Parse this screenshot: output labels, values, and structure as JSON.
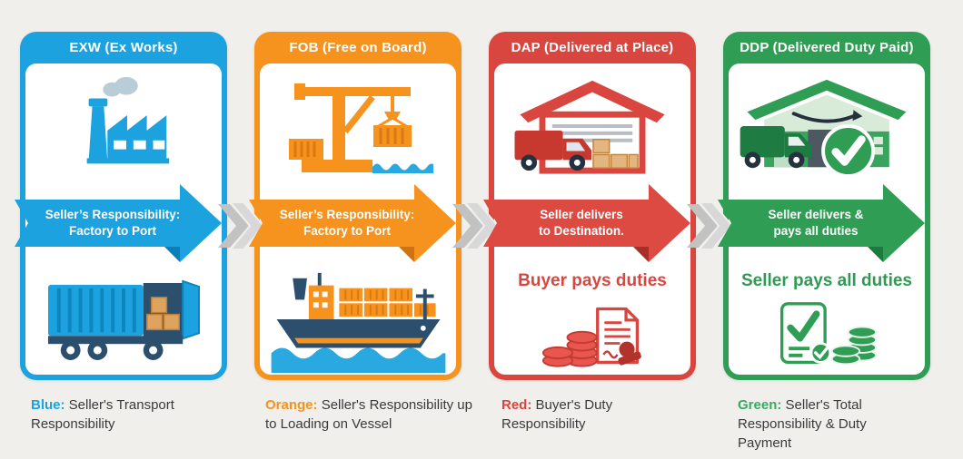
{
  "canvas": {
    "background": "#f0efec"
  },
  "colors": {
    "blue": "#1ba2df",
    "orange": "#f6921e",
    "red": "#d9463f",
    "green": "#2f9e54",
    "navy": "#2b4f6d",
    "water": "#29a9e0",
    "box_tan": "#dda35f",
    "chevron_gray": "#c3c3c3",
    "caption_text": "#3a3a3a",
    "arrow_text": "#ffffff"
  },
  "panels": [
    {
      "code": "EXW",
      "title": "EXW (Ex Works)",
      "accent": "#1ba2df",
      "arrow": {
        "line1": "Seller’s Responsibility:",
        "line2": "Factory to Port"
      },
      "top_icon": "factory-icon",
      "bottom_icon": "container-truck-icon",
      "caption": {
        "lead": "Blue:",
        "text": "Seller's Transport Responsibility"
      }
    },
    {
      "code": "FOB",
      "title": "FOB (Free on Board)",
      "accent": "#f6921e",
      "arrow": {
        "line1": "Seller’s Responsibility:",
        "line2": "Factory to Port"
      },
      "top_icon": "port-crane-icon",
      "bottom_icon": "cargo-ship-icon",
      "caption": {
        "lead": "Orange:",
        "text": "Seller's Responsibility up to Loading on Vessel"
      }
    },
    {
      "code": "DAP",
      "title": "DAP (Delivered at Place)",
      "accent": "#d9463f",
      "arrow": {
        "line1": "Seller delivers",
        "line2": "to Destination."
      },
      "top_icon": "warehouse-delivery-truck-icon",
      "note": "Buyer pays duties",
      "bottom_icon": "coins-stamped-document-icon",
      "caption": {
        "lead": "Red:",
        "text": "Buyer's Duty Responsibility"
      }
    },
    {
      "code": "DDP",
      "title": "DDP (Delivered Duty Paid)",
      "accent": "#2f9e54",
      "arrow": {
        "line1": "Seller delivers &",
        "line2": "pays all duties"
      },
      "top_icon": "fulfillment-warehouse-check-icon",
      "note": "Seller pays all duties",
      "bottom_icon": "checklist-coins-icon",
      "caption": {
        "lead": "Green:",
        "text": "Seller's Total Responsibility & Duty Payment"
      }
    }
  ],
  "separator": {
    "icon": "double-chevron-right-icon",
    "count": 3
  }
}
